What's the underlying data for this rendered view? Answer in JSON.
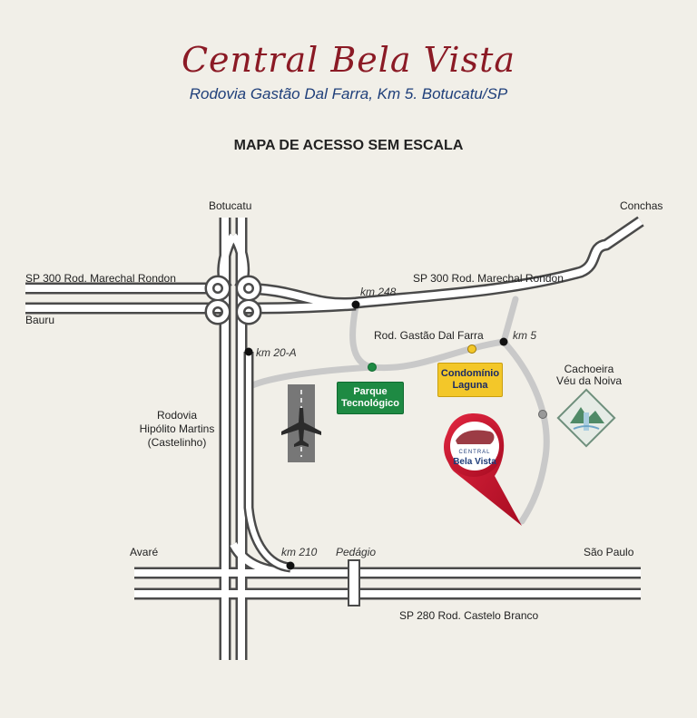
{
  "header": {
    "title": "Central Bela Vista",
    "subtitle": "Rodovia Gastão Dal Farra, Km 5. Botucatu/SP",
    "heading": "MAPA DE ACESSO SEM ESCALA"
  },
  "places": {
    "botucatu": "Botucatu",
    "conchas": "Conchas",
    "bauru": "Bauru",
    "avare": "Avaré",
    "sao_paulo": "São Paulo"
  },
  "roads": {
    "sp300_left": "SP 300 Rod. Marechal Rondon",
    "sp300_right": "SP 300 Rod. Marechal Rondon",
    "gastao": "Rod. Gastão Dal Farra",
    "castelinho_1": "Rodovia",
    "castelinho_2": "Hipólito Martins",
    "castelinho_3": "(Castelinho)",
    "sp280": "SP 280 Rod. Castelo Branco"
  },
  "markers": {
    "km248": "km 248",
    "km5": "km 5",
    "km20a": "km 20-A",
    "km210": "km 210",
    "pedagio": "Pedágio"
  },
  "landmarks": {
    "parque_1": "Parque",
    "parque_2": "Tecnológico",
    "laguna_1": "Condomínio",
    "laguna_2": "Laguna",
    "cachoeira_1": "Cachoeira",
    "cachoeira_2": "Véu da Noiva"
  },
  "pin": {
    "brand_small": "CENTRAL",
    "brand_big": "Bela Vista"
  },
  "icons": [
    "airplane-icon",
    "waterfall-icon",
    "location-pin-icon"
  ],
  "colors": {
    "title": "#8b1a25",
    "subtitle": "#1f3f7a",
    "background": "#f1efe8",
    "road_outline": "#4a4a4a",
    "access_road": "#c9c9c9",
    "pin": "#c8102e",
    "parque": "#1e8a43",
    "laguna": "#f3c729"
  }
}
